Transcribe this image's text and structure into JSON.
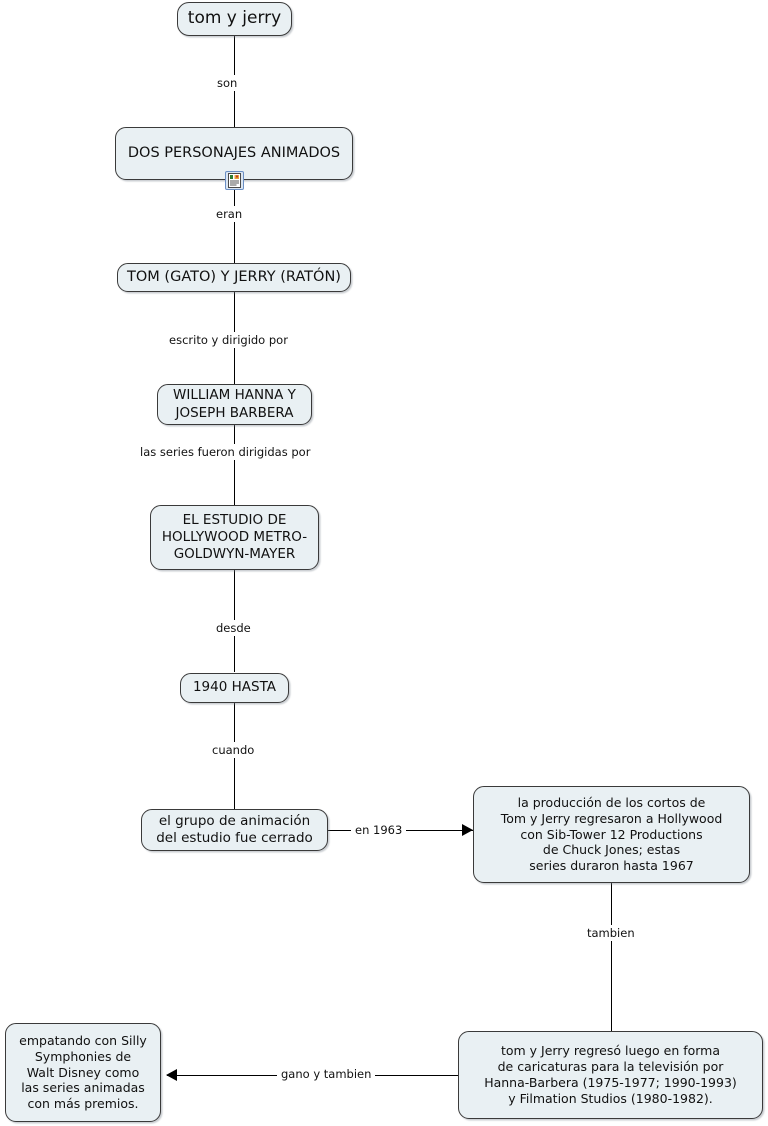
{
  "map": {
    "title": "tom y jerry",
    "nodes": [
      {
        "id": "root",
        "label": "tom y jerry"
      },
      {
        "id": "personajes",
        "label": "DOS PERSONAJES ANIMADOS"
      },
      {
        "id": "tomjerry",
        "label": "TOM (GATO) Y JERRY (RATÓN)"
      },
      {
        "id": "autores",
        "label": "WILLIAM HANNA Y\nJOSEPH BARBERA"
      },
      {
        "id": "estudio",
        "label": "EL ESTUDIO DE\nHOLLYWOOD METRO-\nGOLDWYN-MAYER"
      },
      {
        "id": "anio",
        "label": "1940 HASTA"
      },
      {
        "id": "cerrado",
        "label": "el grupo de animación\ndel estudio fue cerrado"
      },
      {
        "id": "produccion",
        "label": "la producción de los cortos de\nTom y Jerry regresaron a Hollywood\ncon Sib-Tower 12 Productions\nde Chuck Jones; estas\nseries duraron hasta 1967"
      },
      {
        "id": "television",
        "label": "tom y Jerry regresó luego en forma\nde caricaturas para la televisión por\nHanna-Barbera (1975-1977; 1990-1993)\ny Filmation Studios (1980-1982)."
      },
      {
        "id": "premios",
        "label": "empatando con Silly\nSymphonies de\nWalt Disney como\nlas series animadas\ncon más premios."
      }
    ],
    "links": [
      {
        "id": "son",
        "label": "son",
        "from": "root",
        "to": "personajes"
      },
      {
        "id": "eran",
        "label": "eran",
        "from": "personajes",
        "to": "tomjerry"
      },
      {
        "id": "escrito",
        "label": "escrito y dirigido por",
        "from": "tomjerry",
        "to": "autores"
      },
      {
        "id": "dirigidas",
        "label": "las series fueron dirigidas por",
        "from": "autores",
        "to": "estudio"
      },
      {
        "id": "desde",
        "label": "desde",
        "from": "estudio",
        "to": "anio"
      },
      {
        "id": "cuando",
        "label": "cuando",
        "from": "anio",
        "to": "cerrado"
      },
      {
        "id": "en1963",
        "label": "en 1963",
        "from": "cerrado",
        "to": "produccion"
      },
      {
        "id": "tambien",
        "label": "tambien",
        "from": "produccion",
        "to": "television"
      },
      {
        "id": "gano",
        "label": "gano y tambien",
        "from": "television",
        "to": "premios"
      }
    ],
    "resource_icon": {
      "name": "resource-document-icon",
      "attached_to": "personajes"
    },
    "colors": {
      "node_fill": "#e9f0f3",
      "node_border": "#3a3a3a",
      "line": "#000000",
      "icon_border": "#6b8fc4",
      "background": "#ffffff"
    }
  }
}
